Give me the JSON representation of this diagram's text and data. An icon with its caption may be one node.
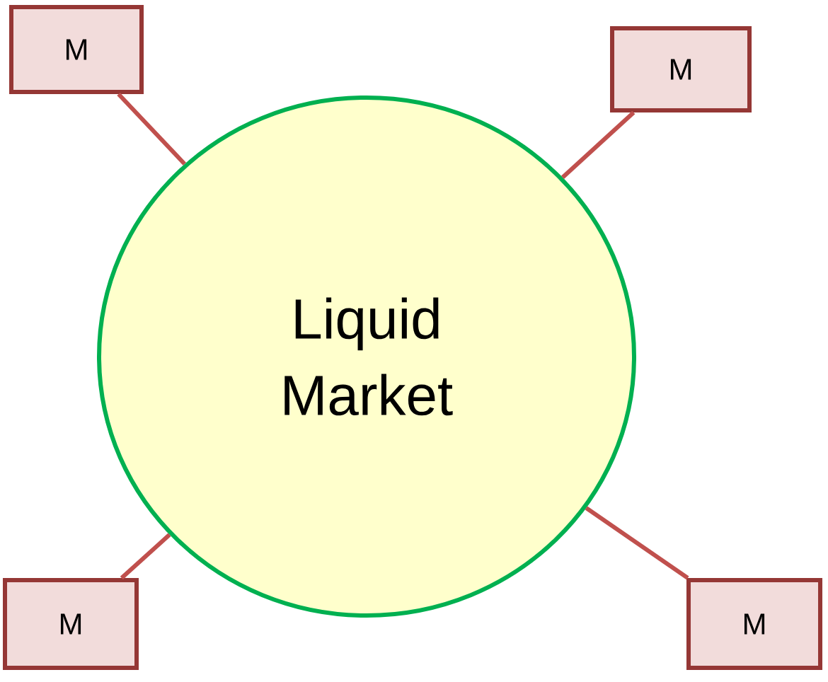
{
  "diagram": {
    "nodes": [
      {
        "text": [
          "Liquid Market"
        ]
      },
      {
        "text": [
          "M"
        ]
      },
      {
        "text": [
          "M"
        ]
      },
      {
        "text": [
          "M"
        ]
      },
      {
        "text": [
          "M"
        ]
      }
    ],
    "edges": [
      {
        "from": 1,
        "to": 0,
        "arrow": "none"
      },
      {
        "from": 2,
        "to": 0,
        "arrow": "none"
      },
      {
        "from": 3,
        "to": 0,
        "arrow": "none"
      },
      {
        "from": 4,
        "to": 0,
        "arrow": "none"
      }
    ]
  }
}
